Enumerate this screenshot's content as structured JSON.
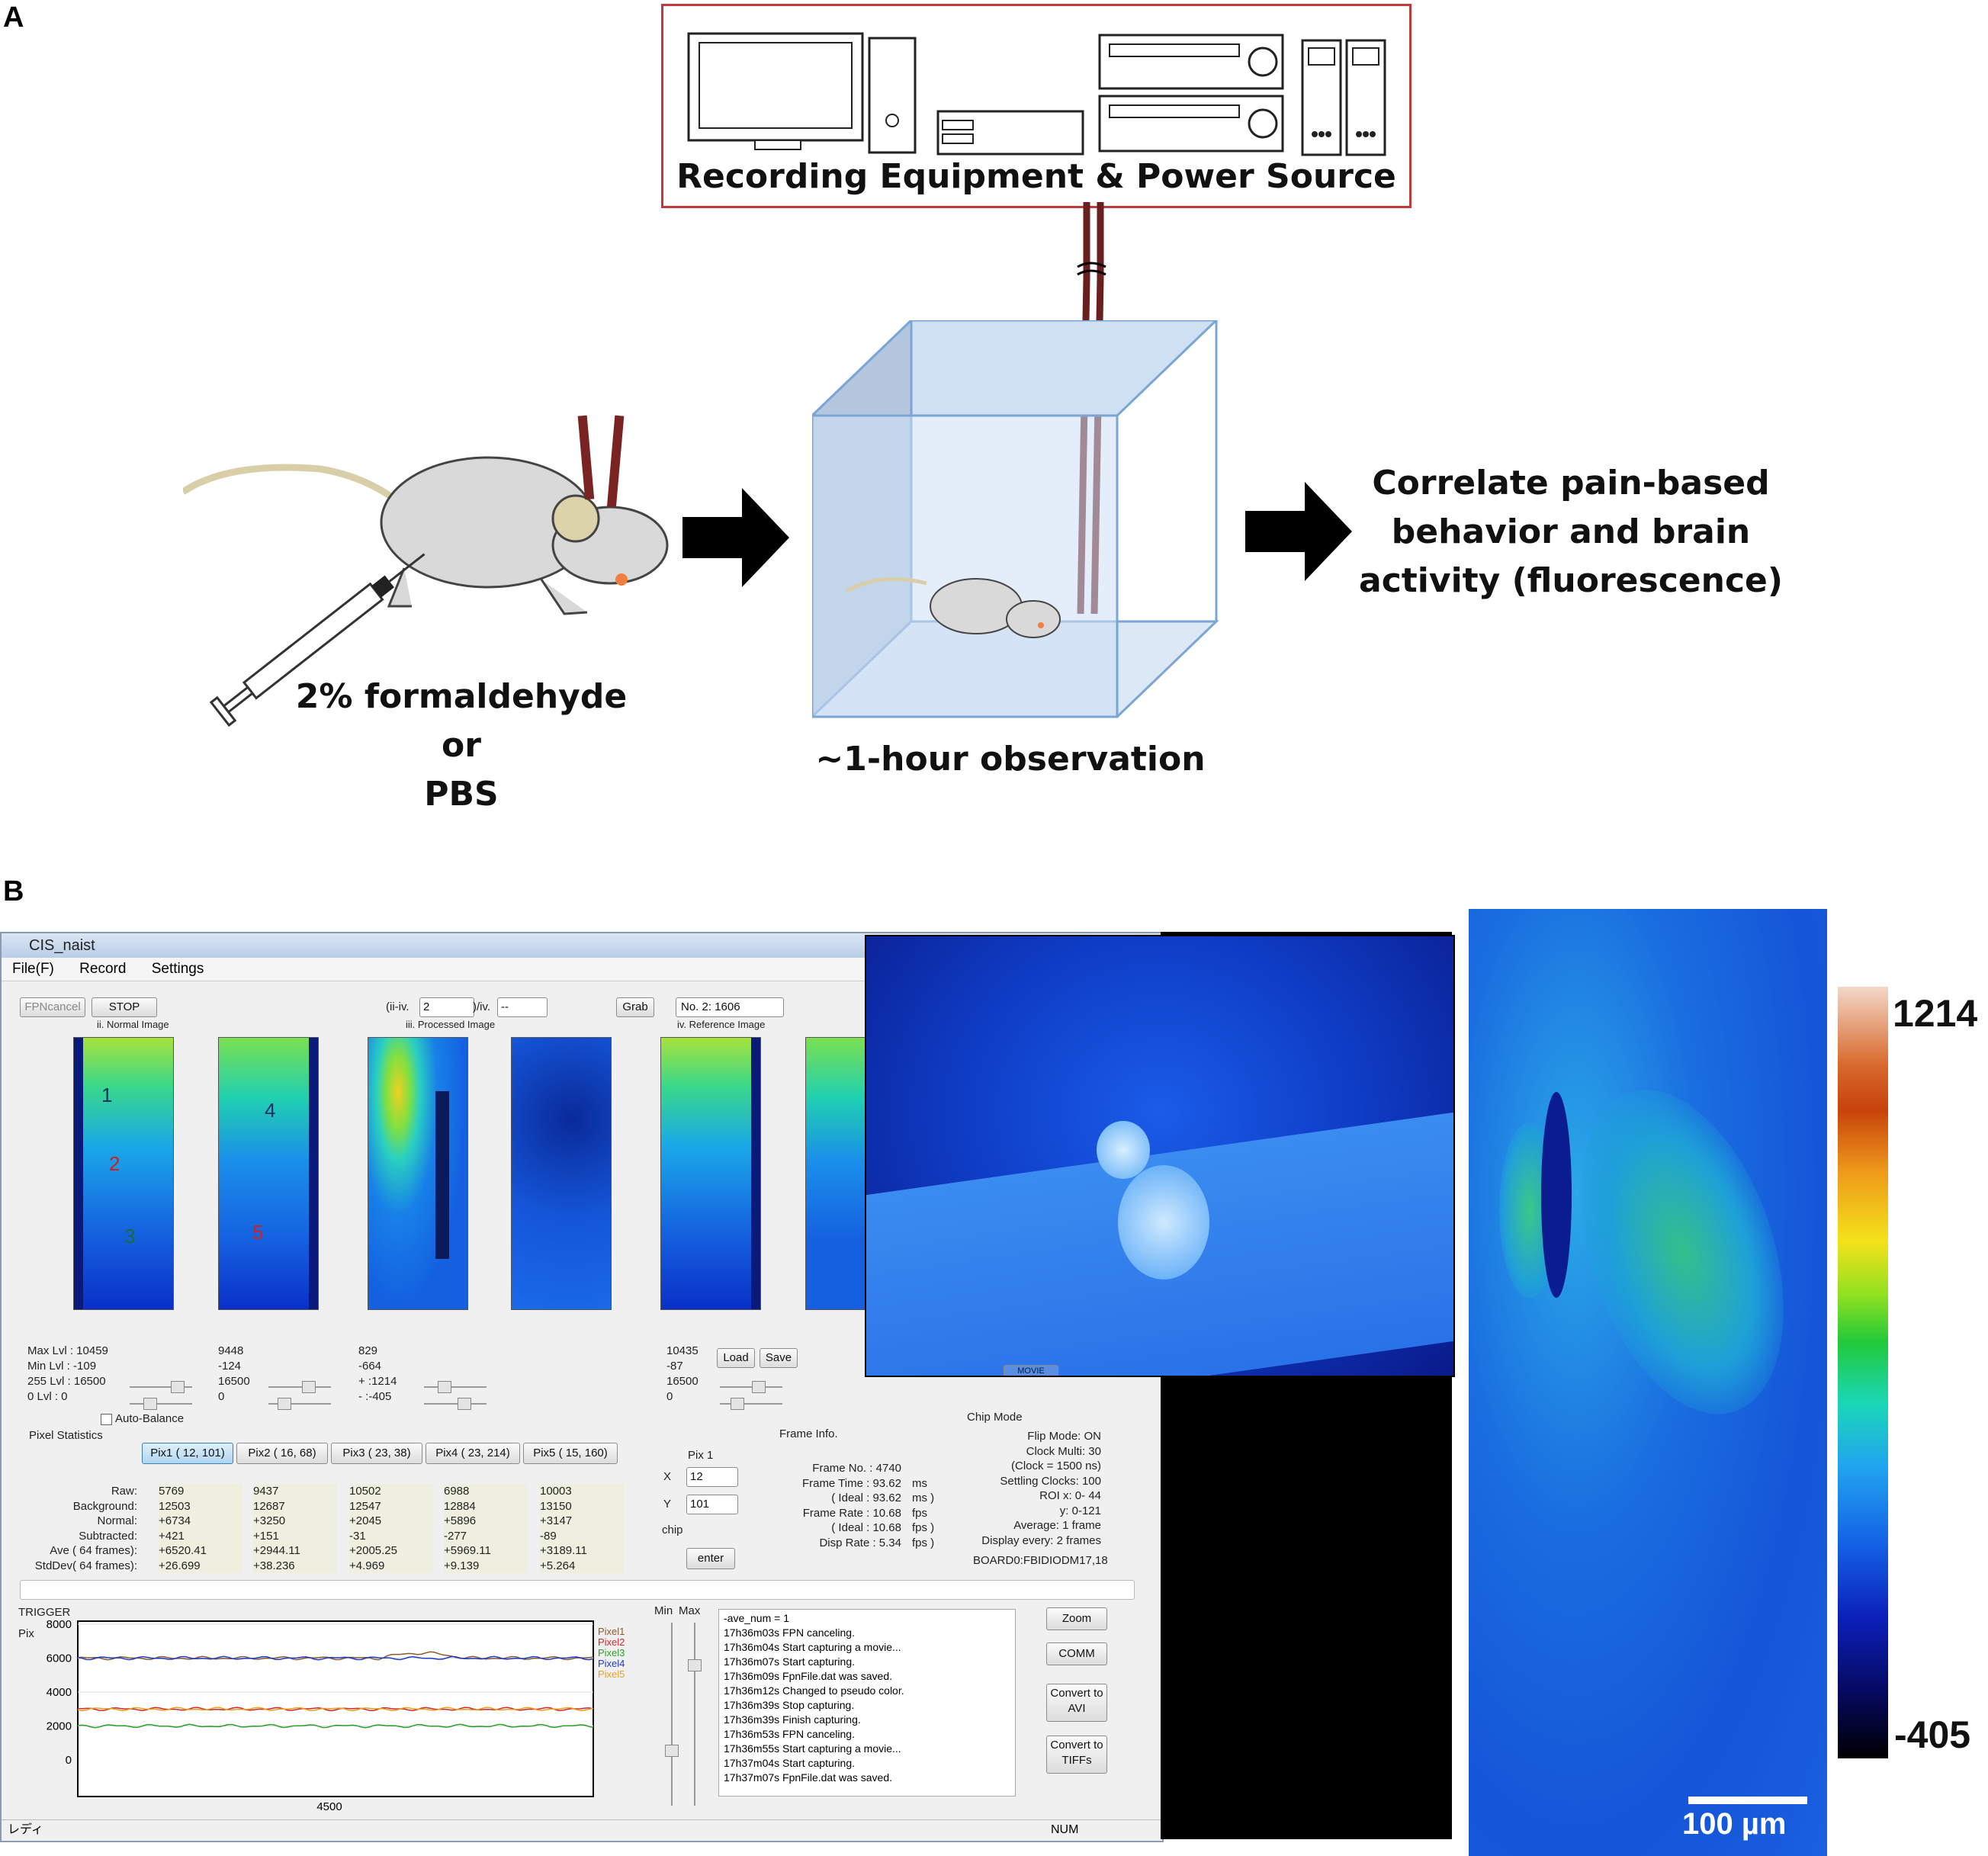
{
  "panel_a": {
    "label": "A",
    "equipment_label": "Recording Equipment & Power Source",
    "injection_line1": "2% formaldehyde",
    "injection_line2": "or",
    "injection_line3": "PBS",
    "observation_label": "~1-hour observation",
    "correlate_line1": "Correlate pain-based",
    "correlate_line2": "behavior and brain",
    "correlate_line3": "activity (fluorescence)"
  },
  "panel_b": {
    "label": "B",
    "window": {
      "title": "CIS_naist",
      "menu": [
        "File(F)",
        "Record",
        "Settings"
      ],
      "fpn_cancel": "FPNcancel",
      "stop": "STOP",
      "ii_iv_label": "(ii-iv.",
      "ii_iv_value": "2",
      "i_iv_label": ")/iv.",
      "i_iv_value": "--",
      "grab": "Grab",
      "reference_select": "No. 2: 1606",
      "normal_image": "ii. Normal Image",
      "processed_image": "iii. Processed Image",
      "reference_image": "iv. Reference Image",
      "pixel_markers": [
        "1",
        "2",
        "3",
        "4",
        "5"
      ],
      "levels_col1": {
        "max": "Max Lvl : 10459",
        "min": "Min Lvl : -109",
        "l255": "255 Lvl : 16500",
        "l0": "0 Lvl : 0"
      },
      "levels_col2": [
        "9448",
        "-124",
        "16500",
        "0"
      ],
      "levels_col3": [
        "829",
        "-664",
        "+ :1214",
        "- :-405"
      ],
      "levels_col4": [
        "10435",
        "-87",
        "16500",
        "0"
      ],
      "load": "Load",
      "save": "Save",
      "auto_balance": "Auto-Balance",
      "pixel_statistics": "Pixel Statistics",
      "pix_tabs": [
        "Pix1 ( 12, 101)",
        "Pix2 ( 16, 68)",
        "Pix3 ( 23, 38)",
        "Pix4 ( 23, 214)",
        "Pix5 ( 15, 160)"
      ],
      "stat_labels": [
        "Raw:",
        "Background:",
        "Normal:",
        "Subtracted:",
        "Ave ( 64 frames):",
        "StdDev( 64 frames):"
      ],
      "stat_columns": [
        [
          "5769",
          "12503",
          "+6734",
          "+421",
          "+6520.41",
          "+26.699"
        ],
        [
          "9437",
          "12687",
          "+3250",
          "+151",
          "+2944.11",
          "+38.236"
        ],
        [
          "10502",
          "12547",
          "+2045",
          "-31",
          "+2005.25",
          "+4.969"
        ],
        [
          "6988",
          "12884",
          "+5896",
          "-277",
          "+5969.11",
          "+9.139"
        ],
        [
          "10003",
          "13150",
          "+3147",
          "-89",
          "+3189.11",
          "+5.264"
        ]
      ],
      "pix_select_label": "Pix 1",
      "x_label": "X",
      "x_value": "12",
      "y_label": "Y",
      "y_value": "101",
      "chip_label": "chip",
      "enter": "enter",
      "frame_info_title": "Frame Info.",
      "frame_info": [
        [
          "Frame No. : 4740",
          ""
        ],
        [
          "Frame Time : 93.62",
          "ms"
        ],
        [
          "( Ideal : 93.62",
          "ms )"
        ],
        [
          "Frame Rate : 10.68",
          "fps"
        ],
        [
          "( Ideal : 10.68",
          "fps )"
        ],
        [
          "Disp Rate : 5.34",
          "fps )"
        ]
      ],
      "chip_mode_title": "Chip Mode",
      "chip_mode": [
        "Flip Mode:  ON",
        "Clock Multi:  30",
        "(Clock =   1500 ns)",
        "Settling Clocks:  100",
        "ROI x:   0- 44",
        "y:   0-121",
        "Average:   1 frame",
        "Display every:   2 frames"
      ],
      "board": "BOARD0:FBIDIODM17,18",
      "trigger": "TRIGGER",
      "pix_axis": "Pix",
      "y_ticks": [
        "8000",
        "6000",
        "4000",
        "2000",
        "0"
      ],
      "x_tick": "4500",
      "legend": [
        {
          "name": "Pixel1",
          "color": "#8b5a2b"
        },
        {
          "name": "Pixel2",
          "color": "#d62728"
        },
        {
          "name": "Pixel3",
          "color": "#2ca02c"
        },
        {
          "name": "Pixel4",
          "color": "#1f3cc8"
        },
        {
          "name": "Pixel5",
          "color": "#e8a020"
        }
      ],
      "min_label": "Min",
      "max_label": "Max",
      "log_lines": [
        "-ave_num = 1",
        "17h36m03s FPN canceling.",
        "17h36m04s Start capturing a movie...",
        "17h36m07s Start capturing.",
        "17h36m09s FpnFile.dat was saved.",
        "17h36m12s Changed to pseudo color.",
        "17h36m39s Stop capturing.",
        "17h36m39s Finish capturing.",
        "17h36m53s FPN canceling.",
        "17h36m55s Start capturing a movie...",
        "17h37m04s Start capturing.",
        "17h37m07s FpnFile.dat was saved."
      ],
      "zoom": "Zoom",
      "comm": "COMM",
      "convert_avi": "Convert to AVI",
      "convert_tiff": "Convert to TIFFs",
      "status_left": "レディ",
      "status_num": "NUM",
      "movie": "MOVIE"
    },
    "colorbar": {
      "max": "1214",
      "min": "-405"
    },
    "scale_bar": "100 µm"
  }
}
